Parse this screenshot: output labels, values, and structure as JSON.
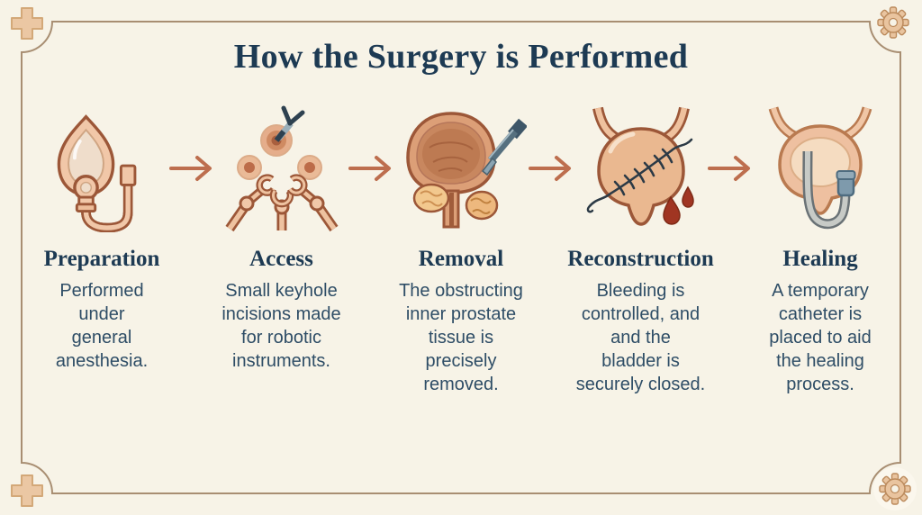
{
  "title": "How the Surgery is Performed",
  "colors": {
    "background": "#f7f3e7",
    "frame_line": "#a88e72",
    "heading": "#1d3a53",
    "body_text": "#2e4d66",
    "arrow": "#bd6e4e",
    "illustration_outline": "#9c5738",
    "illustration_fill": "#f0c5a5",
    "blood": "#a03522"
  },
  "steps": [
    {
      "title": "Preparation",
      "desc": "Performed\nunder\ngeneral\nanesthesia.",
      "icon": "anesthesia-mask-icon"
    },
    {
      "title": "Access",
      "desc": "Small keyhole\nincisions made\nfor robotic\ninstruments.",
      "icon": "robotic-ports-icon"
    },
    {
      "title": "Removal",
      "desc": "The obstructing\ninner prostate\ntissue is\nprecisely\nremoved.",
      "icon": "prostate-removal-icon"
    },
    {
      "title": "Reconstruction",
      "desc": "Bleeding is\ncontrolled, and\nand the\nbladder is\nsecurely closed.",
      "icon": "bladder-suture-icon"
    },
    {
      "title": "Healing",
      "desc": "A temporary\ncatheter is\nplaced to aid\nthe healing\nprocess.",
      "icon": "catheter-icon"
    }
  ],
  "flow": {
    "arrow_icon": "right-arrow-icon",
    "arrow_count": 4
  },
  "decorations": {
    "top_left": "medical-cross",
    "bottom_left": "medical-cross",
    "top_right": "gear",
    "bottom_right": "gear"
  }
}
